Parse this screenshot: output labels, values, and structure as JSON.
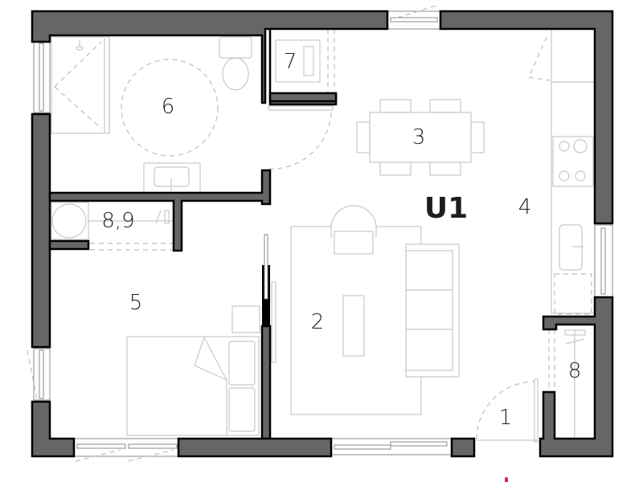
{
  "plan": {
    "unit_label": "U1",
    "colors": {
      "wall_fill": "#666666",
      "wall_outline": "#000000",
      "furniture": "#c8c8c8",
      "background": "#ffffff",
      "north_marker": "#cc3344"
    },
    "rooms": [
      {
        "id": "1",
        "label": "1",
        "name": "entry"
      },
      {
        "id": "2",
        "label": "2",
        "name": "living-room"
      },
      {
        "id": "3",
        "label": "3",
        "name": "dining"
      },
      {
        "id": "4",
        "label": "4",
        "name": "kitchen"
      },
      {
        "id": "5",
        "label": "5",
        "name": "bedroom"
      },
      {
        "id": "6",
        "label": "6",
        "name": "bathroom"
      },
      {
        "id": "7",
        "label": "7",
        "name": "closet"
      },
      {
        "id": "8",
        "label": "8",
        "name": "storage"
      },
      {
        "id": "8,9",
        "label": "8,9",
        "name": "laundry-storage"
      }
    ]
  }
}
